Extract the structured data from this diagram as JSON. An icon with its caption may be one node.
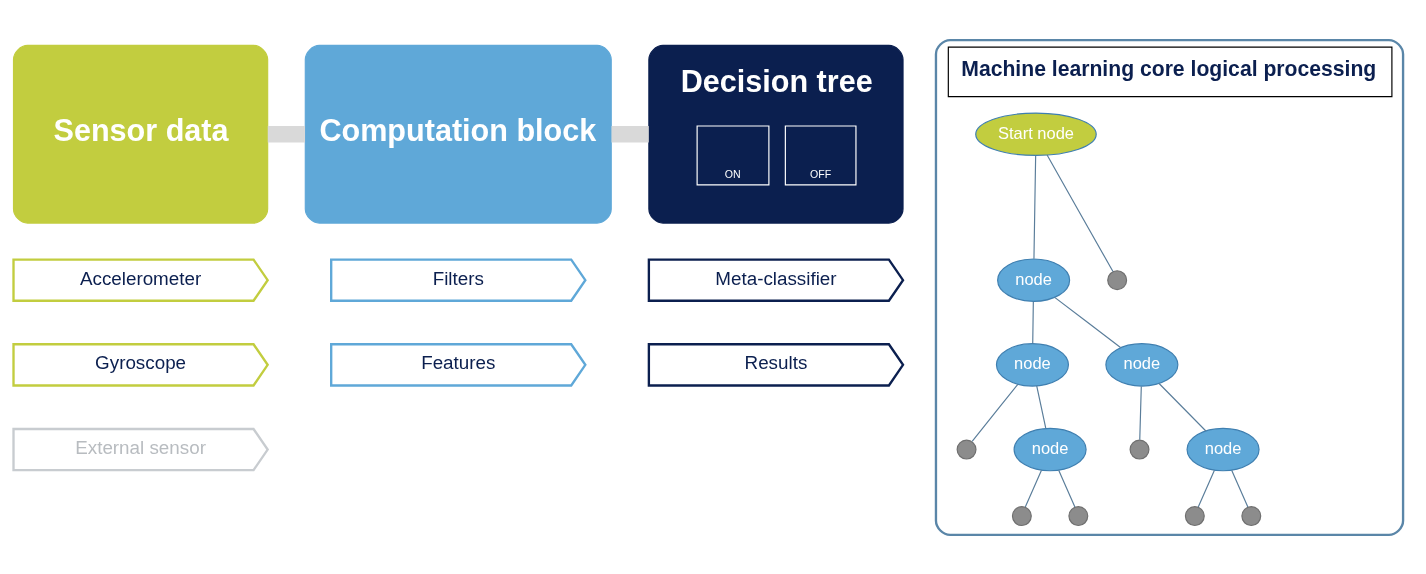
{
  "diagram": {
    "nodes": [
      {
        "text": [
          "Sensor data"
        ]
      },
      {
        "text": [
          "Computation block"
        ]
      },
      {
        "text": [
          "Decision tree",
          "ON",
          "OFF"
        ]
      },
      {
        "text": [
          "Accelerometer"
        ]
      },
      {
        "text": [
          "Gyroscope"
        ]
      },
      {
        "text": [
          "External sensor"
        ]
      },
      {
        "text": [
          "Filters"
        ]
      },
      {
        "text": [
          "Features"
        ]
      },
      {
        "text": [
          "Meta-classifier"
        ]
      },
      {
        "text": [
          "Results"
        ]
      },
      {
        "text": [
          "Machine learning core logical processing"
        ]
      },
      {
        "text": [
          "Start node"
        ],
        "in": 10
      },
      {
        "text": [
          "node"
        ],
        "in": 10
      },
      {
        "text": [],
        "shape": "circle",
        "in": 10
      },
      {
        "text": [
          "node"
        ],
        "in": 10
      },
      {
        "text": [
          "node"
        ],
        "in": 10
      },
      {
        "text": [],
        "shape": "circle",
        "in": 10
      },
      {
        "text": [],
        "shape": "circle",
        "in": 10
      },
      {
        "text": [
          "node"
        ],
        "in": 10
      },
      {
        "text": [
          "node"
        ],
        "in": 10
      },
      {
        "text": [],
        "shape": "circle",
        "in": 10
      },
      {
        "text": [],
        "shape": "circle",
        "in": 10
      },
      {
        "text": [],
        "shape": "circle",
        "in": 10
      },
      {
        "text": [],
        "shape": "circle",
        "in": 10
      }
    ],
    "edges": [
      {
        "from": 0,
        "to": 1,
        "arrow": "none",
        "style": "thick",
        "color": "#d9d9d9"
      },
      {
        "from": 1,
        "to": 2,
        "arrow": "none",
        "style": "thick",
        "color": "#d9d9d9"
      },
      {
        "from": 11,
        "to": 12,
        "arrow": "none"
      },
      {
        "from": 11,
        "to": 13,
        "arrow": "none"
      },
      {
        "from": 12,
        "to": 14,
        "arrow": "none"
      },
      {
        "from": 12,
        "to": 15,
        "arrow": "none"
      },
      {
        "from": 14,
        "to": 18,
        "arrow": "none"
      },
      {
        "from": 14,
        "to": 16,
        "arrow": "none"
      },
      {
        "from": 15,
        "to": 19,
        "arrow": "none"
      },
      {
        "from": 15,
        "to": 17,
        "arrow": "none"
      },
      {
        "from": 18,
        "to": 20,
        "arrow": "none"
      },
      {
        "from": 18,
        "to": 21,
        "arrow": "none"
      },
      {
        "from": 19,
        "to": 22,
        "arrow": "none"
      },
      {
        "from": 19,
        "to": 23,
        "arrow": "none"
      }
    ]
  }
}
